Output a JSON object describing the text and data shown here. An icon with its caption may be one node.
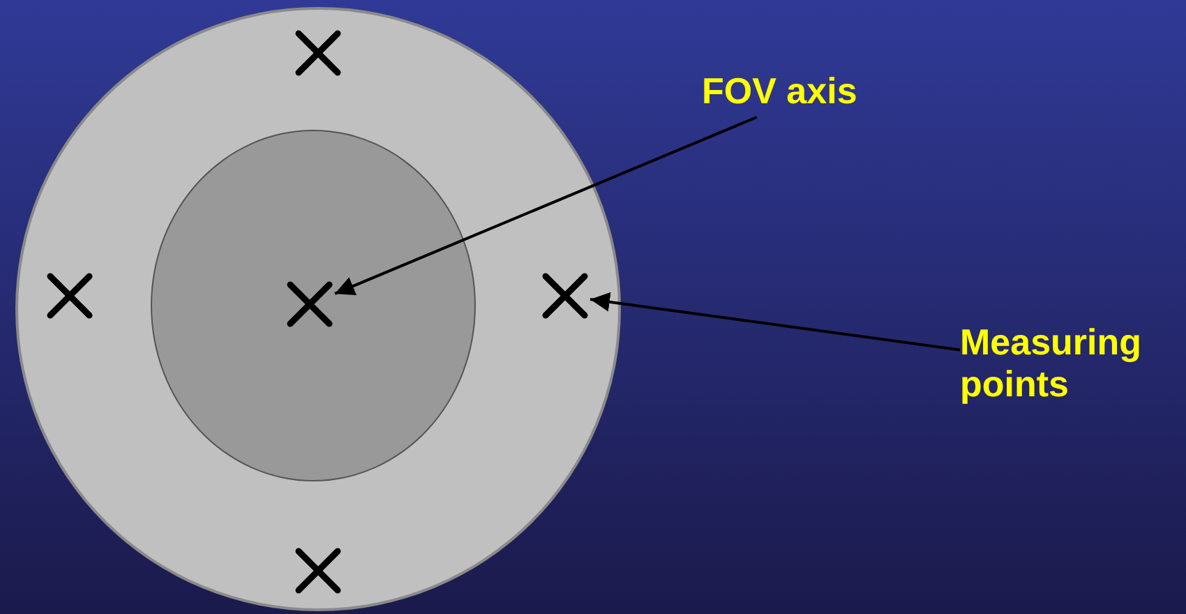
{
  "diagram": {
    "nodes": [
      {
        "text": [],
        "shape": "circle"
      },
      {
        "text": [],
        "shape": "circle",
        "in": 0
      },
      {
        "text": [],
        "shape": "cross",
        "in": 0
      },
      {
        "text": [],
        "shape": "cross",
        "in": 0
      },
      {
        "text": [],
        "shape": "cross",
        "in": 1
      },
      {
        "text": [],
        "shape": "cross",
        "in": 0
      },
      {
        "text": [],
        "shape": "cross",
        "in": 0
      },
      {
        "text": [
          "FOV axis"
        ]
      },
      {
        "text": [
          "Measuring points"
        ]
      }
    ],
    "edges": [
      {
        "from": 7,
        "to": 4,
        "arrow": "to"
      },
      {
        "from": 8,
        "to": 5,
        "arrow": "to"
      }
    ]
  }
}
